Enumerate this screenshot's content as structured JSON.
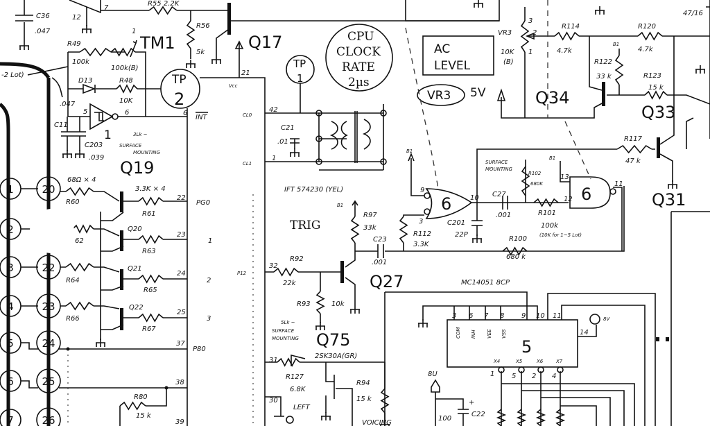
{
  "colors": {
    "ink": "#111111",
    "paper": "#ffffff"
  },
  "components": {
    "R55": "R55  2.2K",
    "R56": "R56",
    "R56v": "5k",
    "C36": "C36",
    "C36v": ".047",
    "pin12": "12",
    "pin7": "7",
    "Q17": "Q17",
    "TM1": "TM1",
    "TM1pin": "1",
    "R49": "R49",
    "R49v": "100k",
    "VRv": "100k(B)",
    "lot": "-2 Lot)",
    "D13": "D13",
    "R48": "R48",
    "R48v": "10K",
    "TP2a": "TP",
    "TP2b": "2",
    "pin21": "21",
    "vcc": "Vcc",
    "pin6": "6",
    "INT": "INT",
    "C11v": ".047",
    "C11": "C11",
    "C203": "C203",
    "C203v": ".039",
    "inv1": "1",
    "inv_in": "5",
    "inv_out": "6",
    "q19note1": "3Lk ~",
    "q19note2": "SURFACE",
    "q19note3": "MOUNTING",
    "Q19": "Q19",
    "R60v": "68Ω × 4",
    "R60": "R60",
    "R61v": "3.3K × 4",
    "R61": "R61",
    "pin22": "22",
    "PG0": "PG0",
    "Q20": "Q20",
    "R62": "62",
    "R63": "R63",
    "pin23": "23",
    "b1": "1",
    "Q21": "Q21",
    "R64": "R64",
    "R65": "R65",
    "pin24": "24",
    "b2": "2",
    "Q22": "Q22",
    "R66": "R66",
    "R67": "R67",
    "pin25": "25",
    "b3": "3",
    "pin37": "37",
    "P80": "P80",
    "pin38": "38",
    "R80": "R80",
    "R80v": "15 k",
    "pin39": "39",
    "cpu1": "CPU",
    "cpu2": "CLOCK",
    "cpu3": "RATE",
    "cpu4": "2µs",
    "TP1a": "TP",
    "TP1b": "1",
    "CL0": "CL0",
    "pin42": "42",
    "CL1": "CL1",
    "pin1": "1",
    "C21": "C21",
    "C21v": ".01",
    "IFT": "IFT 574230 (YEL)",
    "TRIG": "TRIG",
    "P12": "P12",
    "pin32": "32",
    "R92": "R92",
    "R92v": "22k",
    "R93": "R93",
    "R93v": "10k",
    "Q27": "Q27",
    "B1a": "B1",
    "R97": "R97",
    "R97v": "33k",
    "C23": "C23",
    "C23v": ".001",
    "R112": "R112",
    "R112v": "3.3K",
    "R100": "R100",
    "R100v": "680 k",
    "g6a": "6",
    "g6a_9": "9",
    "g6a_3": "3",
    "g6a_10": "10",
    "B1b": "B1",
    "C27": "C27",
    "C27v": ".001",
    "C201": "C201",
    "C201v": "22P",
    "R101": "R101",
    "R101v": "100k",
    "R101n": "(10K for 1~5 Lot)",
    "R102": "R102",
    "R102v": "680K",
    "sm1": "SURFACE",
    "sm2": "MOUNTING",
    "g6b": "6",
    "g6b_13": "13",
    "g6b_12": "12",
    "g6b_11": "11",
    "B1c": "B1",
    "R117": "R117",
    "R117v": "47 k",
    "Q31": "Q31",
    "AC1": "AC",
    "AC2": "LEVEL",
    "VR3oval": "VR3",
    "5V": "5V",
    "VR3": "VR3",
    "VR3v": "10K",
    "VR3b": "(B)",
    "VR3p3": "3",
    "VR3p2": "2",
    "VR3p1": "1",
    "R114": "R114",
    "R114v": "4.7k",
    "R120": "R120",
    "R120v": "4.7k",
    "R122": "R122",
    "R122v": "33 k",
    "B1d": "B1",
    "R123": "R123",
    "R123v": "15 k",
    "Q34": "Q34",
    "Q33": "Q33",
    "cap47": "47/16",
    "MC": "MC14051 8CP",
    "ic5": "5",
    "p3": "3",
    "p6": "6",
    "p7": "7",
    "p8": "8",
    "p9": "9",
    "p10": "10",
    "p11": "11",
    "p14": "14",
    "COM": "COM",
    "INH": "INH",
    "VEE": "VEE",
    "VSS": "VSS",
    "8V": "8V",
    "X4": "X4",
    "X5": "X5",
    "X6": "X6",
    "X7": "X7",
    "o1": "1",
    "o5": "5",
    "o2": "2",
    "o4": "4",
    "8U": "8U",
    "C22": "C22",
    "C22v": "100",
    "plus": "+",
    "pin31": "31",
    "R127": "R127",
    "R127v": "6.8K",
    "Q75": "Q75",
    "Q75t": "2SK30A(GR)",
    "q75n1": "5Lk ~",
    "q75n2": "SURFACE",
    "q75n3": "MOUNTING",
    "R94": "R94",
    "R94v": "15 k",
    "LEFT": "LEFT",
    "pin30": "30",
    "VOICING": "VOICING"
  },
  "connectors": {
    "left": [
      "1",
      "2",
      "3",
      "4",
      "5",
      "6",
      "7"
    ],
    "right": [
      "20",
      "",
      "22",
      "23",
      "24",
      "25",
      "26"
    ]
  }
}
